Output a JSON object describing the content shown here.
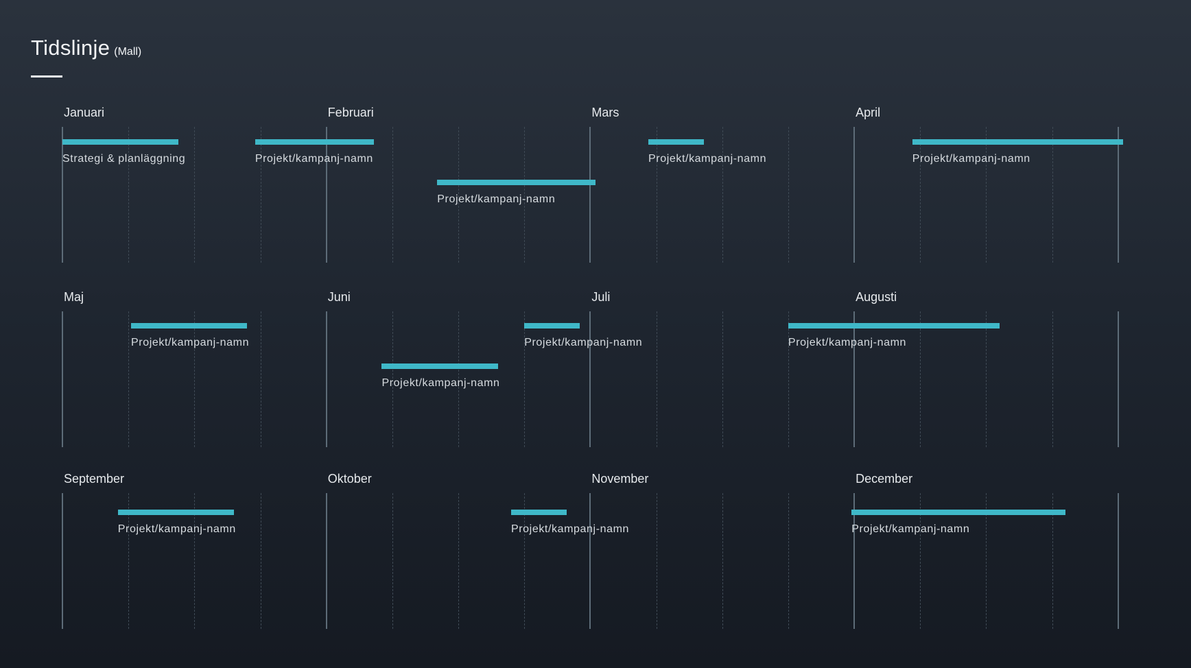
{
  "header": {
    "title": "Tidslinje",
    "subtitle": "(Mall)"
  },
  "colors": {
    "bar": "#3fb8c8",
    "background": "#1e252f",
    "text": "#e6e9ec"
  },
  "rows": [
    {
      "months": [
        "Januari",
        "Februari",
        "Mars",
        "April"
      ],
      "items": [
        {
          "label": "Strategi & planläggning",
          "start": 0.0,
          "end": 0.44,
          "lane": 0
        },
        {
          "label": "Projekt/kampanj-namn",
          "start": 0.73,
          "end": 1.18,
          "lane": 0
        },
        {
          "label": "Projekt/kampanj-namn",
          "start": 1.42,
          "end": 2.02,
          "lane": 1
        },
        {
          "label": "Projekt/kampanj-namn",
          "start": 2.22,
          "end": 2.43,
          "lane": 0
        },
        {
          "label": "Projekt/kampanj-namn",
          "start": 3.22,
          "end": 4.02,
          "lane": 0
        }
      ]
    },
    {
      "months": [
        "Maj",
        "Juni",
        "Juli",
        "Augusti"
      ],
      "items": [
        {
          "label": "Projekt/kampanj-namn",
          "start": 0.26,
          "end": 0.7,
          "lane": 0
        },
        {
          "label": "Projekt/kampanj-namn",
          "start": 1.21,
          "end": 1.65,
          "lane": 1
        },
        {
          "label": "Projekt/kampanj-namn",
          "start": 1.75,
          "end": 1.96,
          "lane": 0
        },
        {
          "label": "Projekt/kampanj-namn",
          "start": 2.75,
          "end": 3.55,
          "lane": 0
        }
      ]
    },
    {
      "months": [
        "September",
        "Oktober",
        "November",
        "December"
      ],
      "items": [
        {
          "label": "Projekt/kampanj-namn",
          "start": 0.21,
          "end": 0.65,
          "lane": 0
        },
        {
          "label": "Projekt/kampanj-namn",
          "start": 1.7,
          "end": 1.91,
          "lane": 0
        },
        {
          "label": "Projekt/kampanj-namn",
          "start": 2.99,
          "end": 3.8,
          "lane": 0
        }
      ]
    }
  ]
}
